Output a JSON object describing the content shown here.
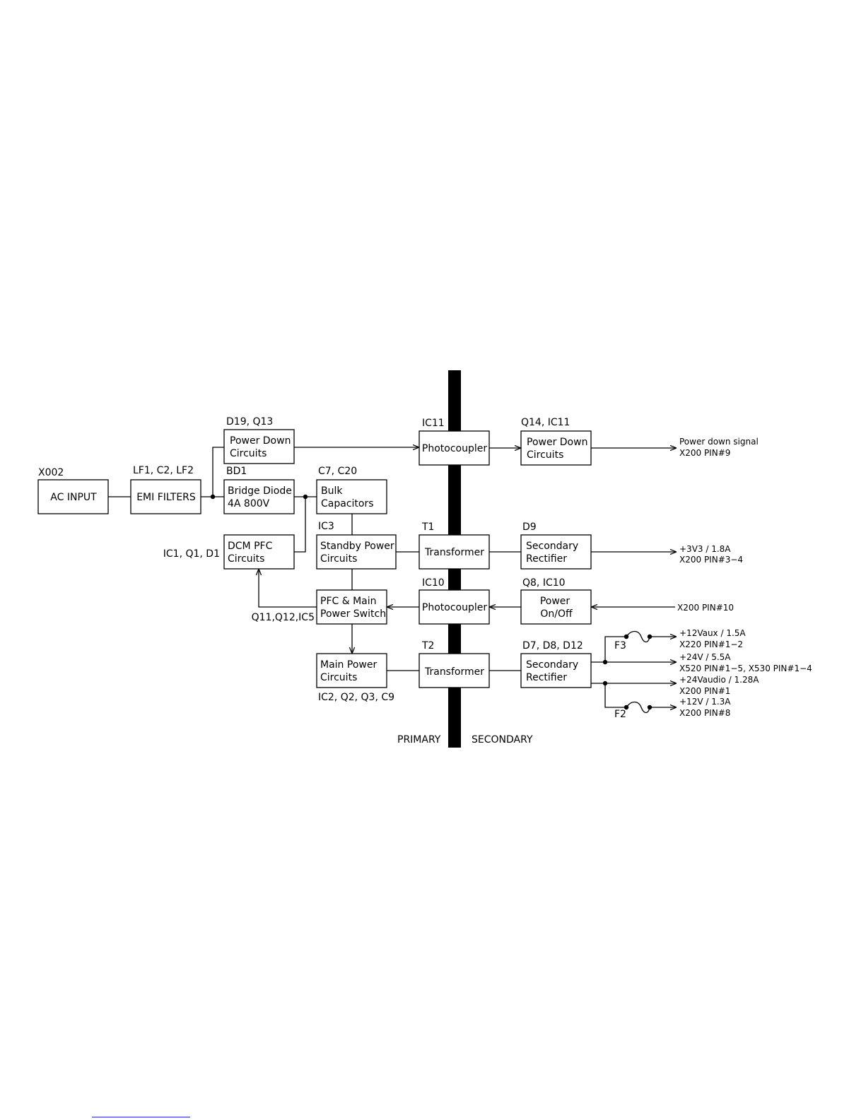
{
  "blocks": {
    "ac_input": {
      "ref": "X002",
      "lines": [
        "AC INPUT"
      ]
    },
    "emi_filters": {
      "ref": "LF1, C2, LF2",
      "lines": [
        "EMI FILTERS"
      ]
    },
    "power_down_primary": {
      "ref": "D19, Q13",
      "lines": [
        "Power Down",
        "Circuits"
      ]
    },
    "bridge_diode": {
      "ref": "BD1",
      "lines": [
        "Bridge Diode",
        "4A 800V"
      ]
    },
    "bulk_capacitors": {
      "ref": "C7, C20",
      "lines": [
        "Bulk",
        "Capacitors"
      ]
    },
    "dcm_pfc": {
      "ref": "IC1, Q1, D1",
      "lines": [
        "DCM PFC",
        "Circuits"
      ]
    },
    "standby_power": {
      "ref": "IC3",
      "lines": [
        "Standby Power",
        "Circuits"
      ]
    },
    "pfc_main_switch": {
      "ref": "Q11,Q12,IC5",
      "lines": [
        "PFC & Main",
        "Power Switch"
      ]
    },
    "main_power": {
      "ref": "IC2, Q2, Q3, C9",
      "lines": [
        "Main Power",
        "Circuits"
      ]
    },
    "photocoupler_ic11": {
      "ref": "IC11",
      "lines": [
        "Photocoupler"
      ]
    },
    "transformer_t1": {
      "ref": "T1",
      "lines": [
        "Transformer"
      ]
    },
    "photocoupler_ic10": {
      "ref": "IC10",
      "lines": [
        "Photocoupler"
      ]
    },
    "transformer_t2": {
      "ref": "T2",
      "lines": [
        "Transformer"
      ]
    },
    "power_down_secondary": {
      "ref": "Q14, IC11",
      "lines": [
        "Power Down",
        "Circuits"
      ]
    },
    "secondary_rectifier_d9": {
      "ref": "D9",
      "lines": [
        "Secondary",
        "Rectifier"
      ]
    },
    "power_onoff": {
      "ref": "Q8, IC10",
      "lines": [
        "Power",
        "On/Off"
      ]
    },
    "secondary_rectifier_d7": {
      "ref": "D7, D8, D12",
      "lines": [
        "Secondary",
        "Rectifier"
      ]
    }
  },
  "signals": {
    "power_down_out": [
      "Power down signal",
      "X200 PIN#9"
    ],
    "v3v3_out": [
      "+3V3 / 1.8A",
      "X200 PIN#3−4"
    ],
    "power_onoff_in": [
      "X200 PIN#10"
    ],
    "v12aux_out": [
      "+12Vaux / 1.5A",
      "X220 PIN#1−2"
    ],
    "v24_out": [
      "+24V / 5.5A",
      "X520 PIN#1−5, X530 PIN#1−4"
    ],
    "v24audio_out": [
      "+24Vaudio / 1.28A",
      "X200 PIN#1"
    ],
    "v12_out": [
      "+12V / 1.3A",
      "X200 PIN#8"
    ]
  },
  "fuses": {
    "f3": "F3",
    "f2": "F2"
  },
  "isolation": {
    "primary": "PRIMARY",
    "secondary": "SECONDARY"
  }
}
